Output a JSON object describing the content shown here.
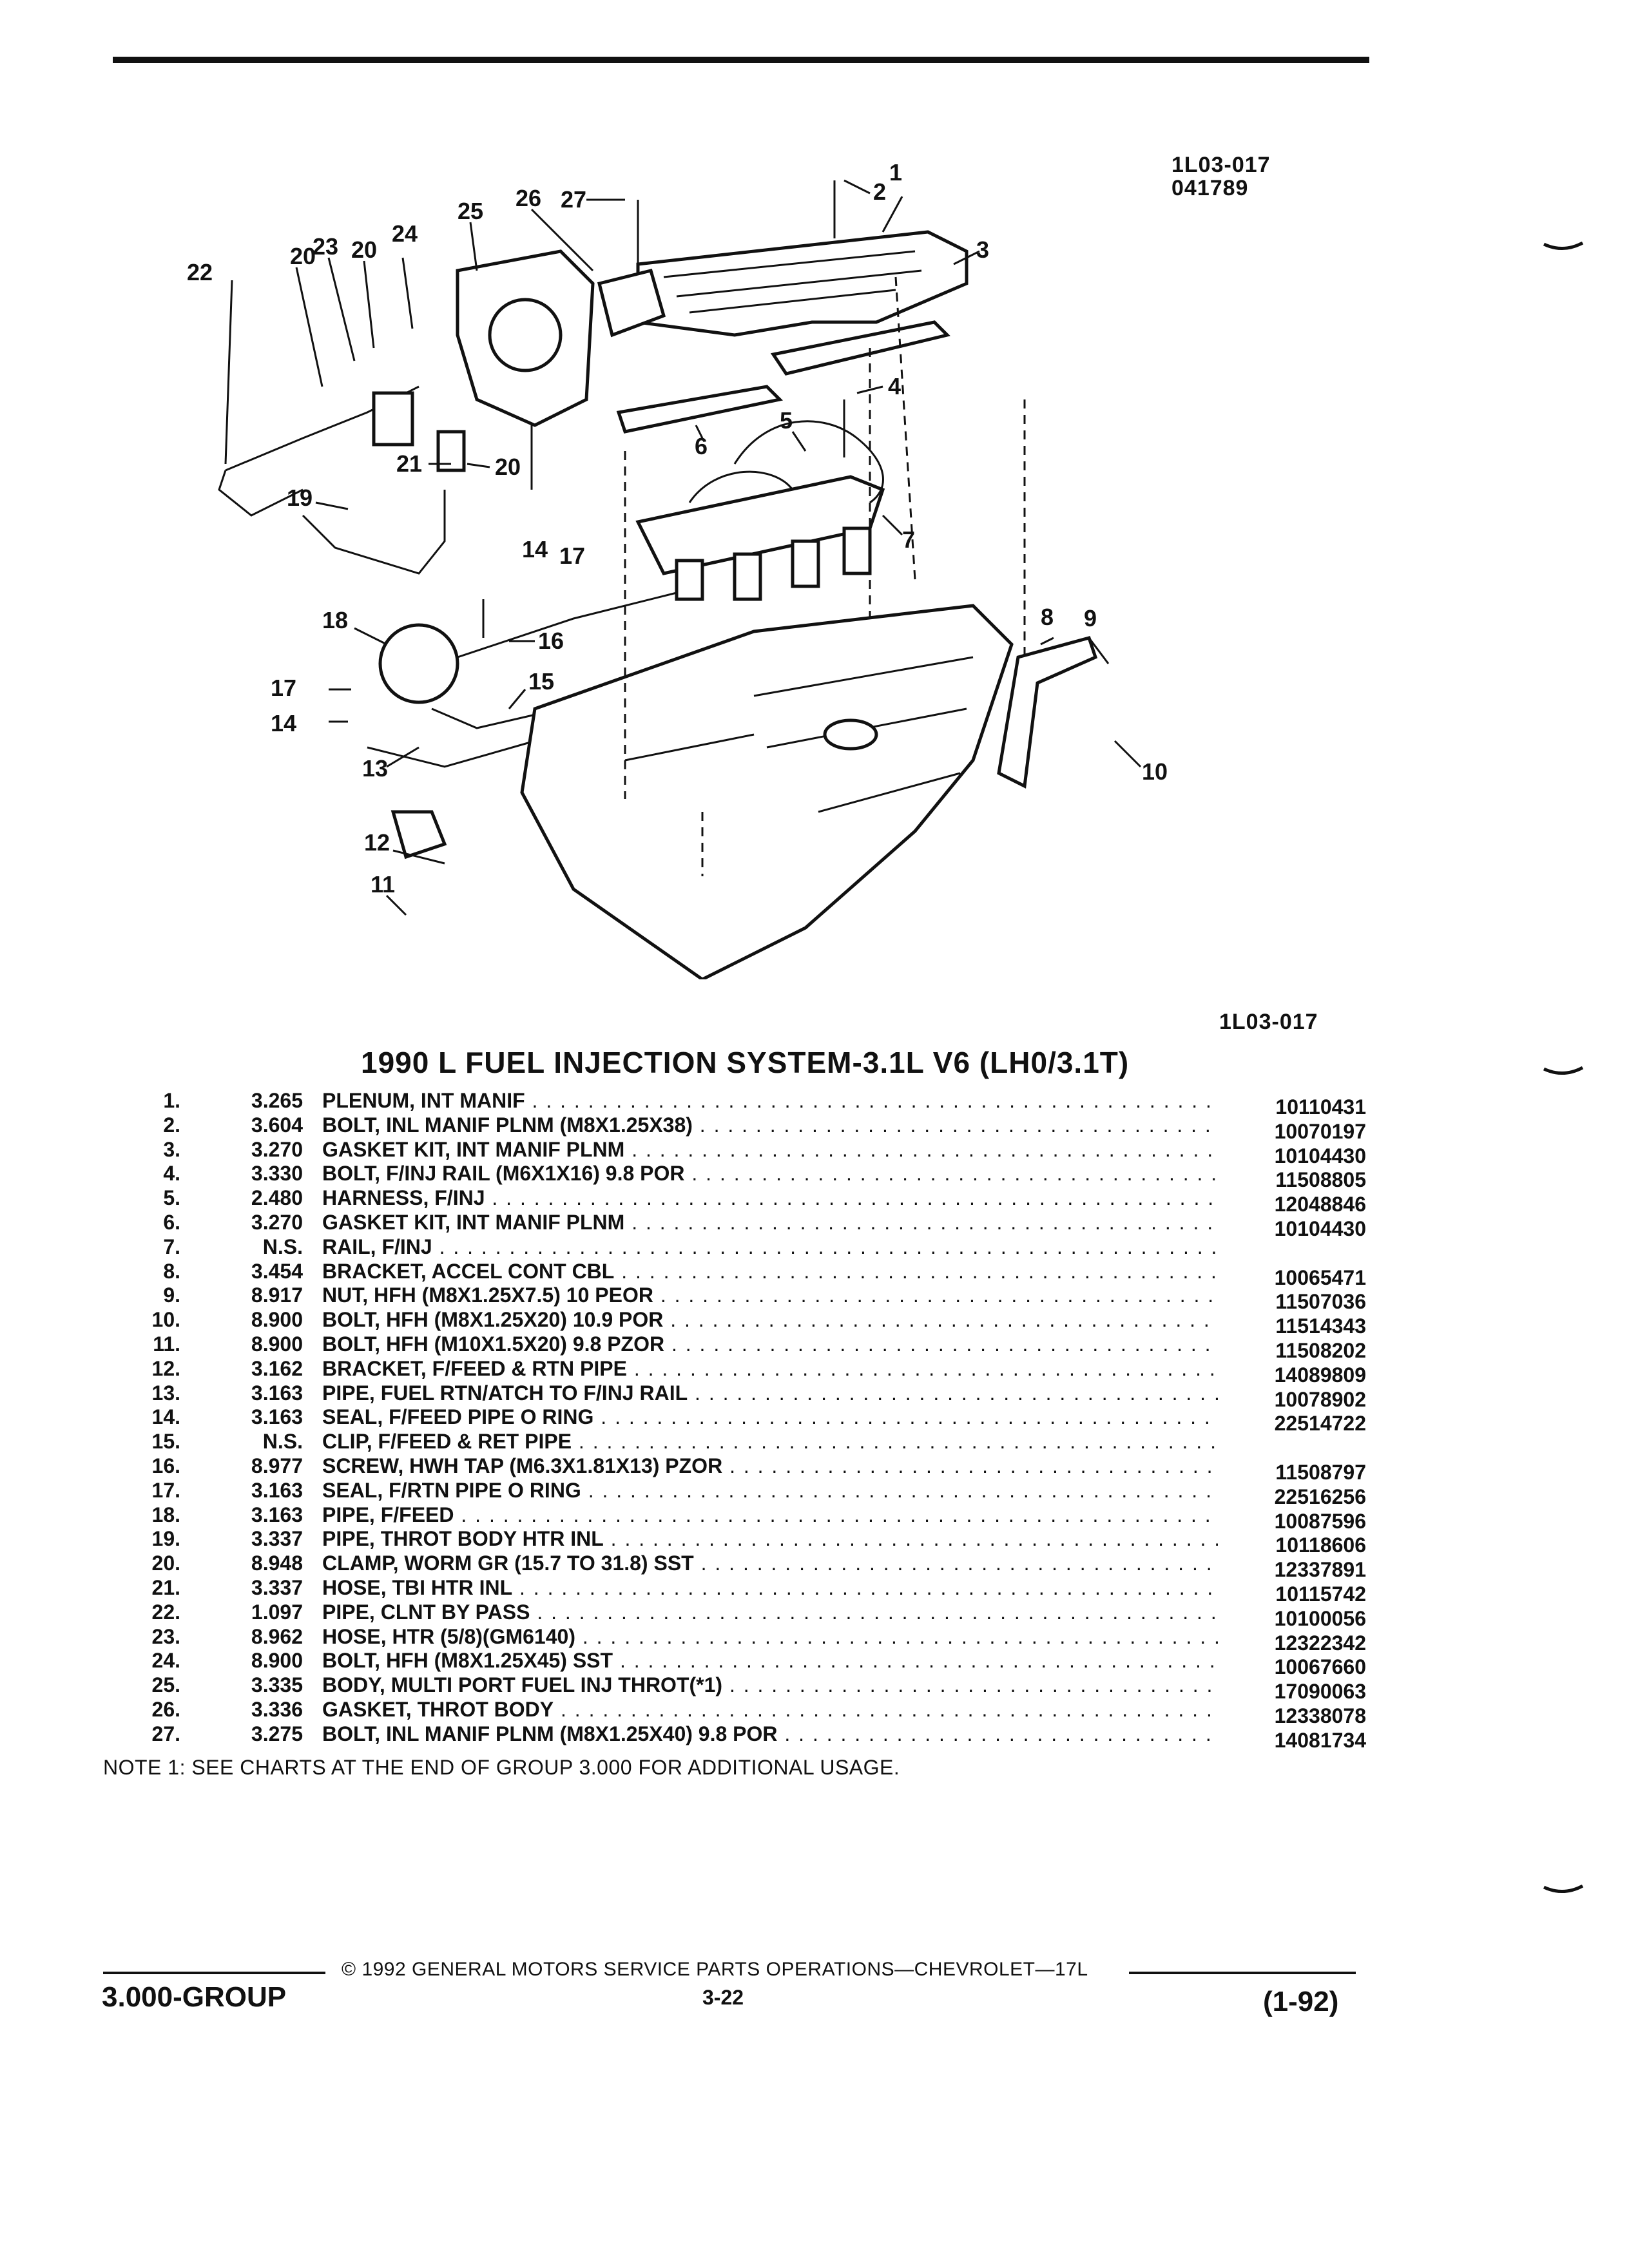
{
  "header": {
    "illustration_code": "1L03-017",
    "illustration_date": "041789",
    "illustration_code_bottom": "1L03-017"
  },
  "diagram": {
    "callouts": [
      "1",
      "2",
      "3",
      "4",
      "5",
      "6",
      "7",
      "8",
      "9",
      "10",
      "11",
      "12",
      "13",
      "14",
      "14",
      "15",
      "16",
      "17",
      "17",
      "18",
      "19",
      "20",
      "20",
      "20",
      "21",
      "22",
      "23",
      "24",
      "25",
      "26",
      "27"
    ]
  },
  "title": "1990 L FUEL INJECTION SYSTEM-3.1L V6 (LH0/3.1T)",
  "parts": [
    {
      "item": "1.",
      "code": "3.265",
      "name": "PLENUM",
      "desc": ", INT MANIF",
      "part_no": "10110431"
    },
    {
      "item": "2.",
      "code": "3.604",
      "name": "BOLT",
      "desc": ", INL MANIF PLNM (M8X1.25X38)",
      "part_no": "10070197"
    },
    {
      "item": "3.",
      "code": "3.270",
      "name": "GASKET KIT",
      "desc": ", INT MANIF PLNM",
      "part_no": "10104430"
    },
    {
      "item": "4.",
      "code": "3.330",
      "name": "BOLT",
      "desc": ", F/INJ RAIL (M6X1X16) 9.8 POR",
      "part_no": "11508805"
    },
    {
      "item": "5.",
      "code": "2.480",
      "name": "HARNESS",
      "desc": ", F/INJ",
      "part_no": "12048846"
    },
    {
      "item": "6.",
      "code": "3.270",
      "name": "GASKET KIT",
      "desc": ", INT MANIF PLNM",
      "part_no": "10104430"
    },
    {
      "item": "7.",
      "code": "N.S.",
      "name": "RAIL",
      "desc": ", F/INJ",
      "part_no": ""
    },
    {
      "item": "8.",
      "code": "3.454",
      "name": "BRACKET",
      "desc": ", ACCEL CONT CBL",
      "part_no": "10065471"
    },
    {
      "item": "9.",
      "code": "8.917",
      "name": "NUT",
      "desc": ", HFH (M8X1.25X7.5) 10 PEOR",
      "part_no": "11507036"
    },
    {
      "item": "10.",
      "code": "8.900",
      "name": "BOLT",
      "desc": ", HFH (M8X1.25X20) 10.9 POR",
      "part_no": "11514343"
    },
    {
      "item": "11.",
      "code": "8.900",
      "name": "BOLT",
      "desc": ", HFH (M10X1.5X20) 9.8 PZOR",
      "part_no": "11508202"
    },
    {
      "item": "12.",
      "code": "3.162",
      "name": "BRACKET",
      "desc": ", F/FEED & RTN PIPE",
      "part_no": "14089809"
    },
    {
      "item": "13.",
      "code": "3.163",
      "name": "PIPE",
      "desc": ", FUEL RTN/ATCH TO F/INJ RAIL",
      "part_no": "10078902"
    },
    {
      "item": "14.",
      "code": "3.163",
      "name": "SEAL",
      "desc": ", F/FEED PIPE O RING",
      "part_no": "22514722"
    },
    {
      "item": "15.",
      "code": "N.S.",
      "name": "CLIP",
      "desc": ", F/FEED & RET PIPE",
      "part_no": ""
    },
    {
      "item": "16.",
      "code": "8.977",
      "name": "SCREW",
      "desc": ", HWH TAP (M6.3X1.81X13) PZOR",
      "part_no": "11508797"
    },
    {
      "item": "17.",
      "code": "3.163",
      "name": "SEAL",
      "desc": ", F/RTN PIPE O RING",
      "part_no": "22516256"
    },
    {
      "item": "18.",
      "code": "3.163",
      "name": "PIPE",
      "desc": ", F/FEED",
      "part_no": "10087596"
    },
    {
      "item": "19.",
      "code": "3.337",
      "name": "PIPE",
      "desc": ", THROT BODY HTR INL",
      "part_no": "10118606"
    },
    {
      "item": "20.",
      "code": "8.948",
      "name": "CLAMP",
      "desc": ", WORM GR (15.7 TO 31.8) SST",
      "part_no": "12337891"
    },
    {
      "item": "21.",
      "code": "3.337",
      "name": "HOSE",
      "desc": ", TBI HTR INL",
      "part_no": "10115742"
    },
    {
      "item": "22.",
      "code": "1.097",
      "name": "PIPE",
      "desc": ", CLNT BY PASS",
      "part_no": "10100056"
    },
    {
      "item": "23.",
      "code": "8.962",
      "name": "HOSE",
      "desc": ", HTR (5/8)(GM6140)",
      "part_no": "12322342"
    },
    {
      "item": "24.",
      "code": "8.900",
      "name": "BOLT",
      "desc": ", HFH (M8X1.25X45) SST",
      "part_no": "10067660"
    },
    {
      "item": "25.",
      "code": "3.335",
      "name": "BODY",
      "desc": ", MULTI PORT FUEL INJ THROT(*1)",
      "part_no": "17090063"
    },
    {
      "item": "26.",
      "code": "3.336",
      "name": "GASKET",
      "desc": ", THROT BODY",
      "part_no": "12338078"
    },
    {
      "item": "27.",
      "code": "3.275",
      "name": "BOLT",
      "desc": ", INL MANIF PLNM (M8X1.25X40) 9.8 POR",
      "part_no": "14081734"
    }
  ],
  "note": "NOTE  1:  SEE CHARTS AT THE END OF GROUP 3.000 FOR ADDITIONAL USAGE.",
  "footer": {
    "copyright": "©  1992  GENERAL MOTORS SERVICE PARTS OPERATIONS—CHEVROLET—17L",
    "group": "3.000-GROUP",
    "page": "3-22",
    "revision": "(1-92)"
  }
}
